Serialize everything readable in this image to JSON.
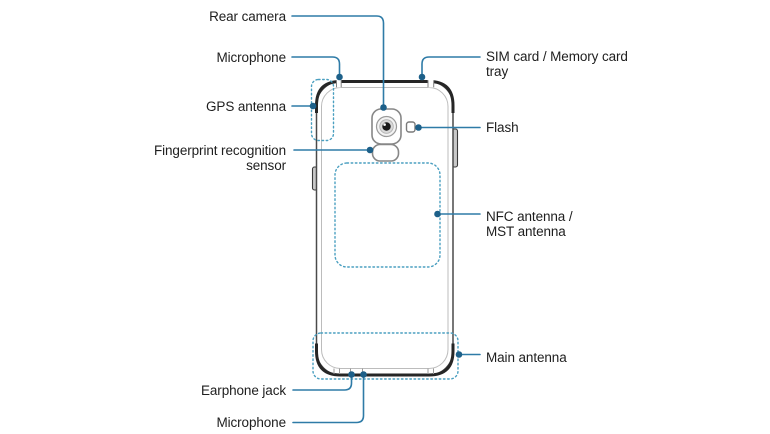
{
  "figure": {
    "kind": "smartphone-back-callout-diagram",
    "background": "#ffffff",
    "colors": {
      "leader_line": "#2e7ba7",
      "leader_dot": "#1d6089",
      "antenna_region_border": "#4a9fc0",
      "phone_frame_band": "#262626",
      "phone_outline": "#4a4a4a",
      "label_text": "#1e1e1e"
    },
    "callouts_left": {
      "rear_camera": "Rear camera",
      "microphone_top": "Microphone",
      "gps_antenna": "GPS antenna",
      "fingerprint": {
        "line1": "Fingerprint recognition",
        "line2": "sensor"
      },
      "earphone_jack": "Earphone jack",
      "microphone_bottom": "Microphone"
    },
    "callouts_right": {
      "sim_tray": {
        "line1": "SIM card / Memory card",
        "line2": "tray"
      },
      "flash": "Flash",
      "nfc": {
        "line1": "NFC antenna /",
        "line2": "MST antenna"
      },
      "main_antenna": "Main antenna"
    }
  }
}
